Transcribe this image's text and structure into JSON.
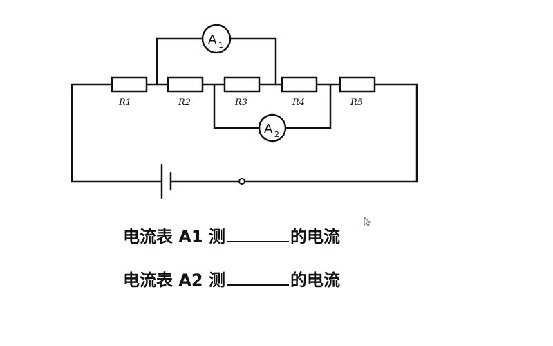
{
  "diagram": {
    "resistors": [
      "R1",
      "R2",
      "R3",
      "R4",
      "R5"
    ],
    "ammeters": [
      {
        "letter": "A",
        "sub": "1"
      },
      {
        "letter": "A",
        "sub": "2"
      }
    ]
  },
  "questions": [
    {
      "prefix": "电流表 A1 测",
      "suffix": "的电流"
    },
    {
      "prefix": "电流表 A2 测",
      "suffix": "的电流"
    }
  ]
}
